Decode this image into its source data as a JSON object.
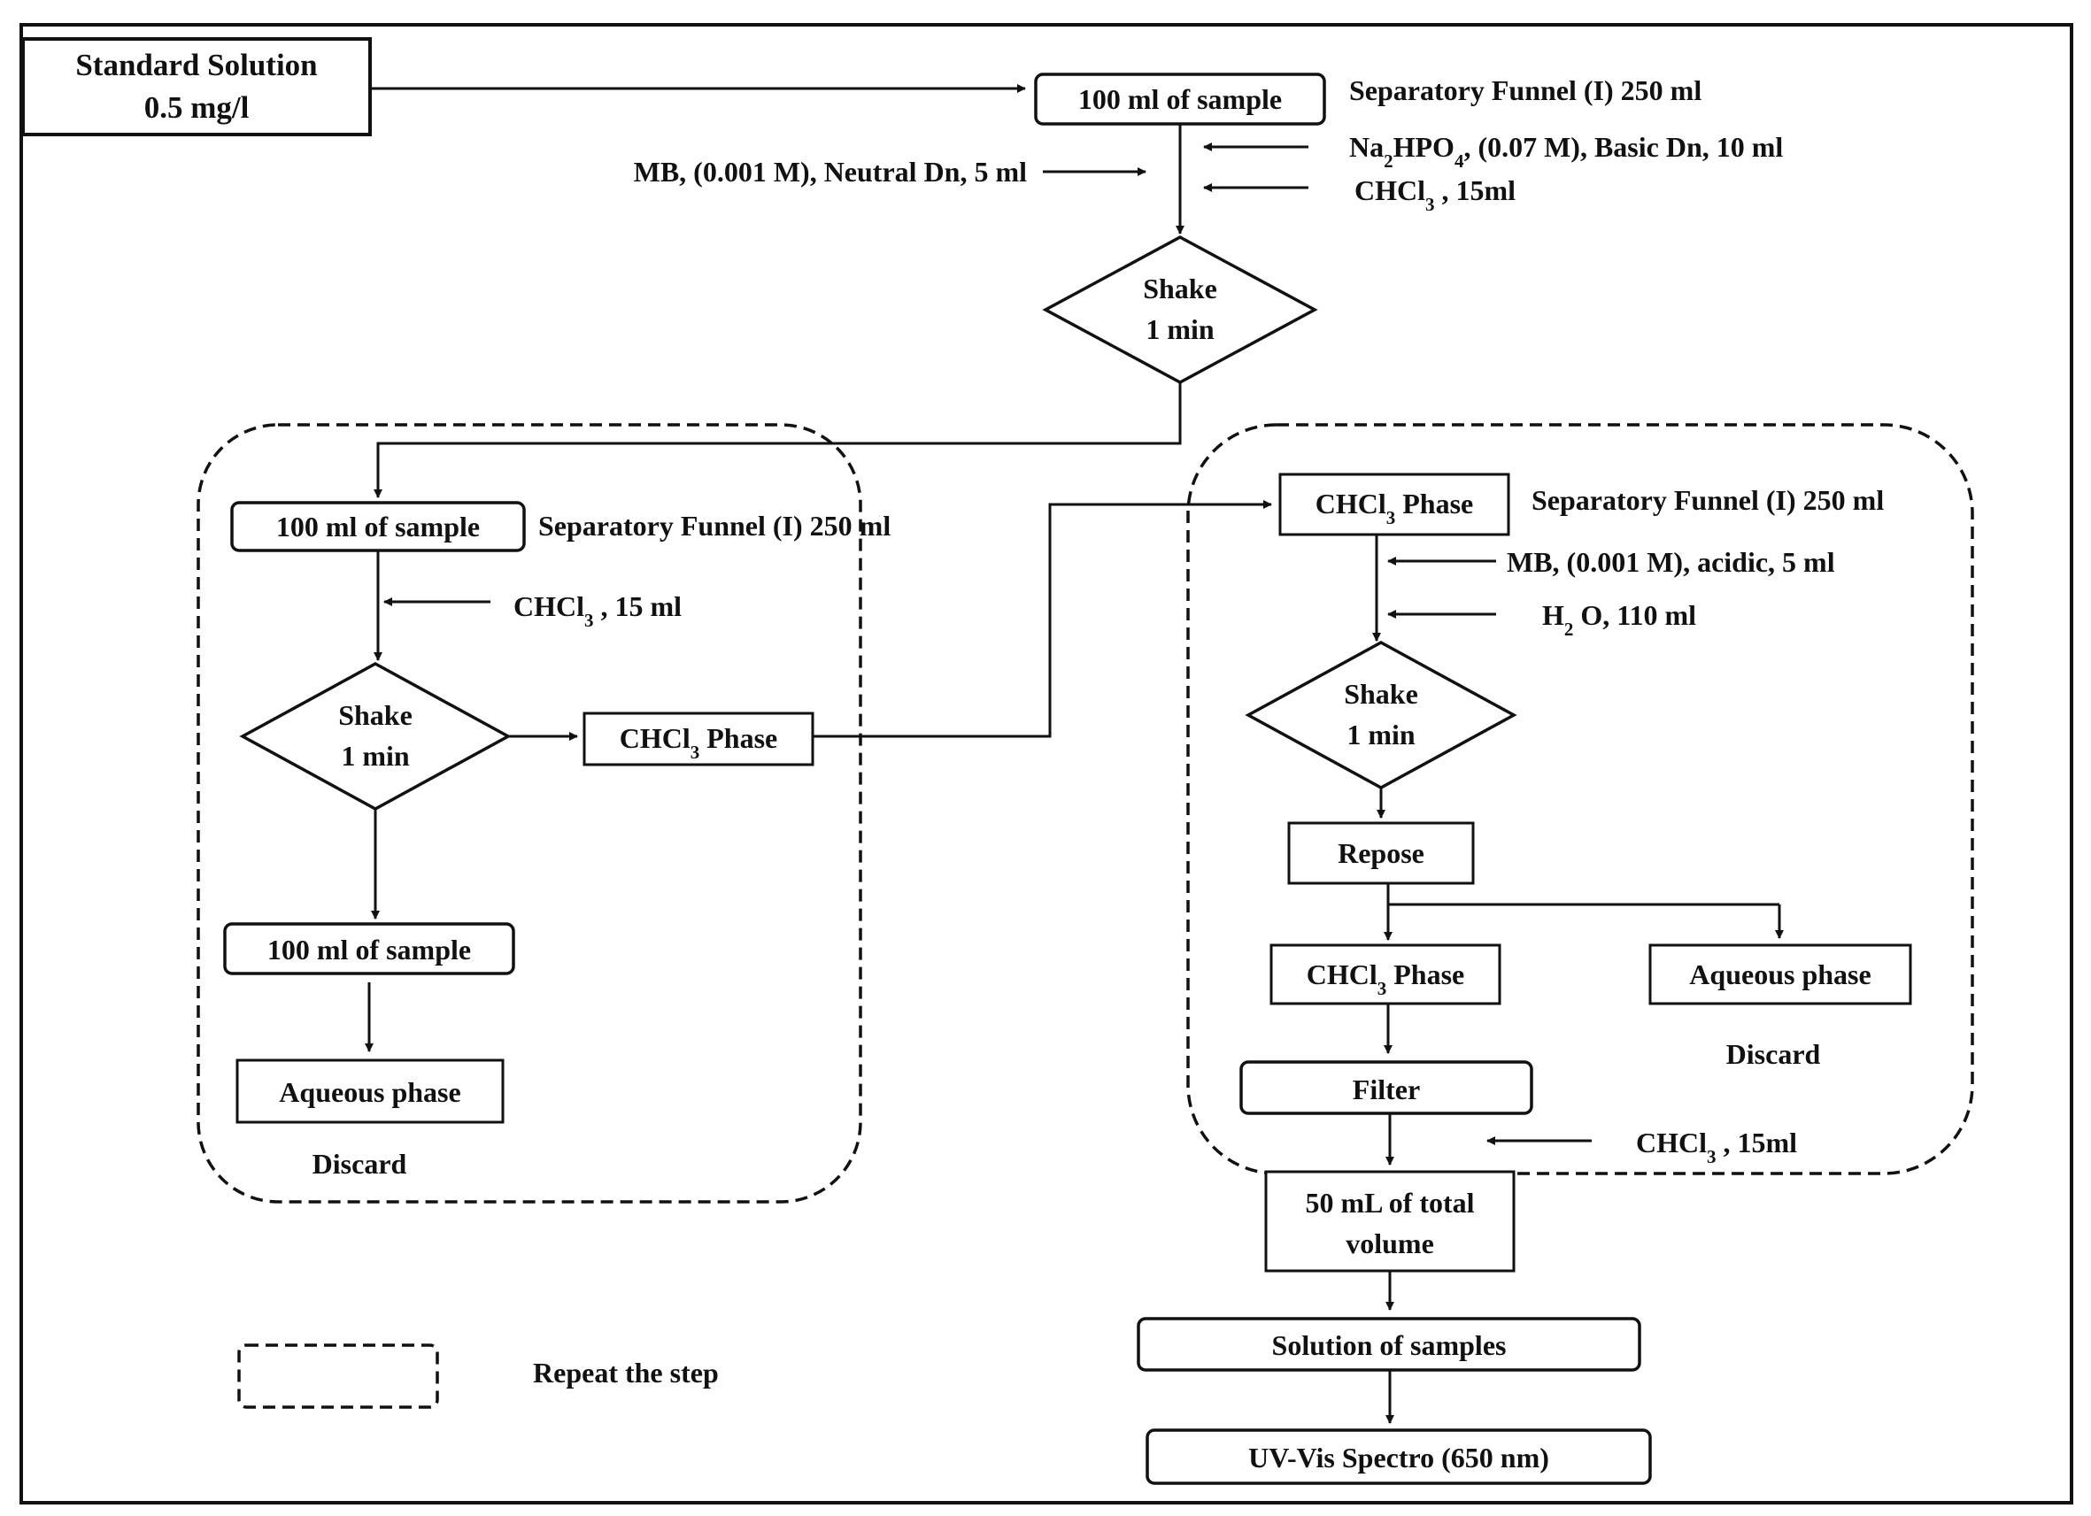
{
  "nodes": {
    "standard": {
      "line1": "Standard Solution",
      "line2": "0.5 mg/l"
    },
    "sample_top": "100 ml of sample",
    "funnel_top": "Separatory Funnel (I) 250 ml",
    "na2hpo4": {
      "a": "Na",
      "sub1": "2",
      "b": "HPO",
      "sub2": "4",
      "c": ", (0.07 M), Basic Dn, 10 ml"
    },
    "mb_neutral": "MB, (0.001 M), Neutral Dn, 5 ml",
    "chcl3_top": {
      "a": "CHCl",
      "sub": "3",
      "b": " , 15ml"
    },
    "shake_top": {
      "line1": "Shake",
      "line2": "1 min"
    },
    "left_sample": "100 ml of sample",
    "left_funnel": "Separatory Funnel (I) 250 ml",
    "left_chcl3": {
      "a": "CHCl",
      "sub": "3",
      "b": " , 15 ml"
    },
    "left_shake": {
      "line1": "Shake",
      "line2": "1 min"
    },
    "left_phase": {
      "a": "CHCl",
      "sub": "3",
      "b": " Phase"
    },
    "left_sample2": "100 ml of sample",
    "left_aqueous": "Aqueous phase",
    "left_discard": "Discard",
    "right_phase": {
      "a": "CHCl",
      "sub": "3",
      "b": " Phase"
    },
    "right_funnel": "Separatory Funnel (I) 250 ml",
    "mb_acidic": "MB, (0.001 M), acidic, 5 ml",
    "h2o": {
      "a": "H",
      "sub": "2",
      "b": " O, 110 ml"
    },
    "right_shake": {
      "line1": "Shake",
      "line2": "1 min"
    },
    "repose": "Repose",
    "right_phase2": {
      "a": "CHCl",
      "sub": "3",
      "b": " Phase"
    },
    "right_aqueous": "Aqueous phase",
    "right_discard": "Discard",
    "filter": "Filter",
    "chcl3_bottom": {
      "a": "CHCl",
      "sub": "3",
      "b": " , 15ml"
    },
    "total_volume": {
      "line1": "50 mL of total",
      "line2": "volume"
    },
    "solution": "Solution of samples",
    "uvvis": "UV-Vis Spectro (650 nm)"
  },
  "legend": {
    "label": "Repeat the step"
  }
}
